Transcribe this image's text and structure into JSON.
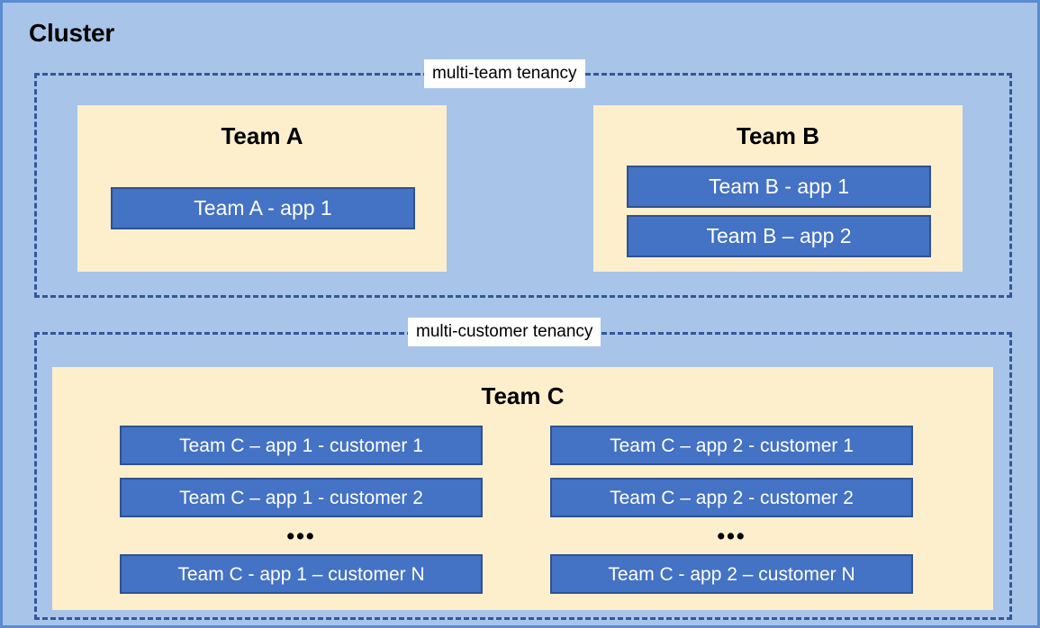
{
  "diagram": {
    "title": "Cluster",
    "colors": {
      "canvas_background": "#A8C4E8",
      "canvas_border": "#5B8BD0",
      "zone_dashed_border": "#33579B",
      "team_box_fill": "#FDEFCC",
      "app_box_fill": "#4472C4",
      "app_box_border": "#2F528F",
      "app_box_text": "#FFFFFF",
      "label_background": "#FFFFFF",
      "text": "#000000"
    },
    "zones": [
      {
        "id": "multi-team",
        "label": "multi-team tenancy",
        "teams": [
          {
            "id": "team-a",
            "title": "Team A",
            "apps": [
              {
                "id": "a1",
                "label": "Team A - app 1"
              }
            ]
          },
          {
            "id": "team-b",
            "title": "Team B",
            "apps": [
              {
                "id": "b1",
                "label": "Team B - app 1"
              },
              {
                "id": "b2",
                "label": "Team B – app 2"
              }
            ]
          }
        ]
      },
      {
        "id": "multi-customer",
        "label": "multi-customer tenancy",
        "teams": [
          {
            "id": "team-c",
            "title": "Team C",
            "columns": [
              {
                "id": "app-1",
                "apps": [
                  {
                    "id": "c1-1",
                    "label": "Team C – app 1 - customer 1"
                  },
                  {
                    "id": "c1-2",
                    "label": "Team C – app 1 - customer 2"
                  }
                ],
                "ellipsis": "•••",
                "last_app": {
                  "id": "c1-n",
                  "label": "Team C - app 1 – customer N"
                }
              },
              {
                "id": "app-2",
                "apps": [
                  {
                    "id": "c2-1",
                    "label": "Team C – app 2 - customer 1"
                  },
                  {
                    "id": "c2-2",
                    "label": "Team C – app 2 - customer 2"
                  }
                ],
                "ellipsis": "•••",
                "last_app": {
                  "id": "c2-n",
                  "label": "Team C - app 2 – customer N"
                }
              }
            ]
          }
        ]
      }
    ]
  }
}
